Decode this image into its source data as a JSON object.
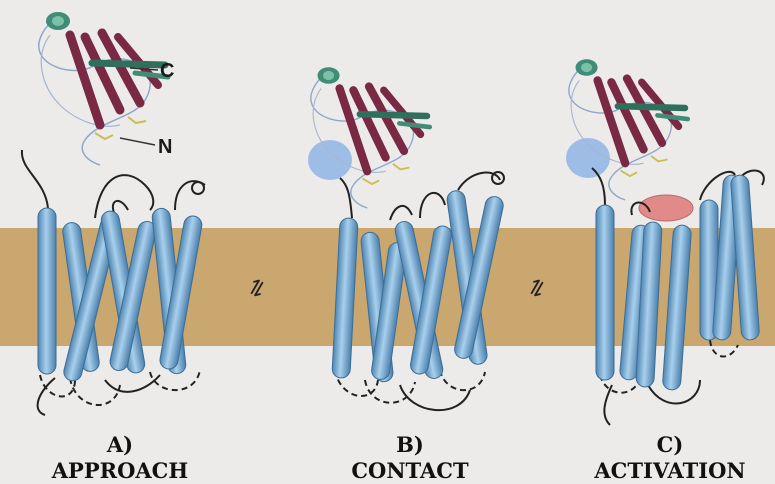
{
  "figure": {
    "membrane_color": "#c9a76e",
    "helix_color": "#79aed6",
    "strand_color": "#7a2945",
    "helix_ligand_color": "#2f6f5c",
    "contact_site_color": "#9ebde6",
    "activation_site_color": "#e08a8a",
    "terminus_c": "C",
    "terminus_n": "N",
    "equilibrium_symbol": "⇌"
  },
  "stages": [
    {
      "letter": "A)",
      "name": "APPROACH"
    },
    {
      "letter": "B)",
      "name": "CONTACT"
    },
    {
      "letter": "C)",
      "name": "ACTIVATION"
    }
  ]
}
